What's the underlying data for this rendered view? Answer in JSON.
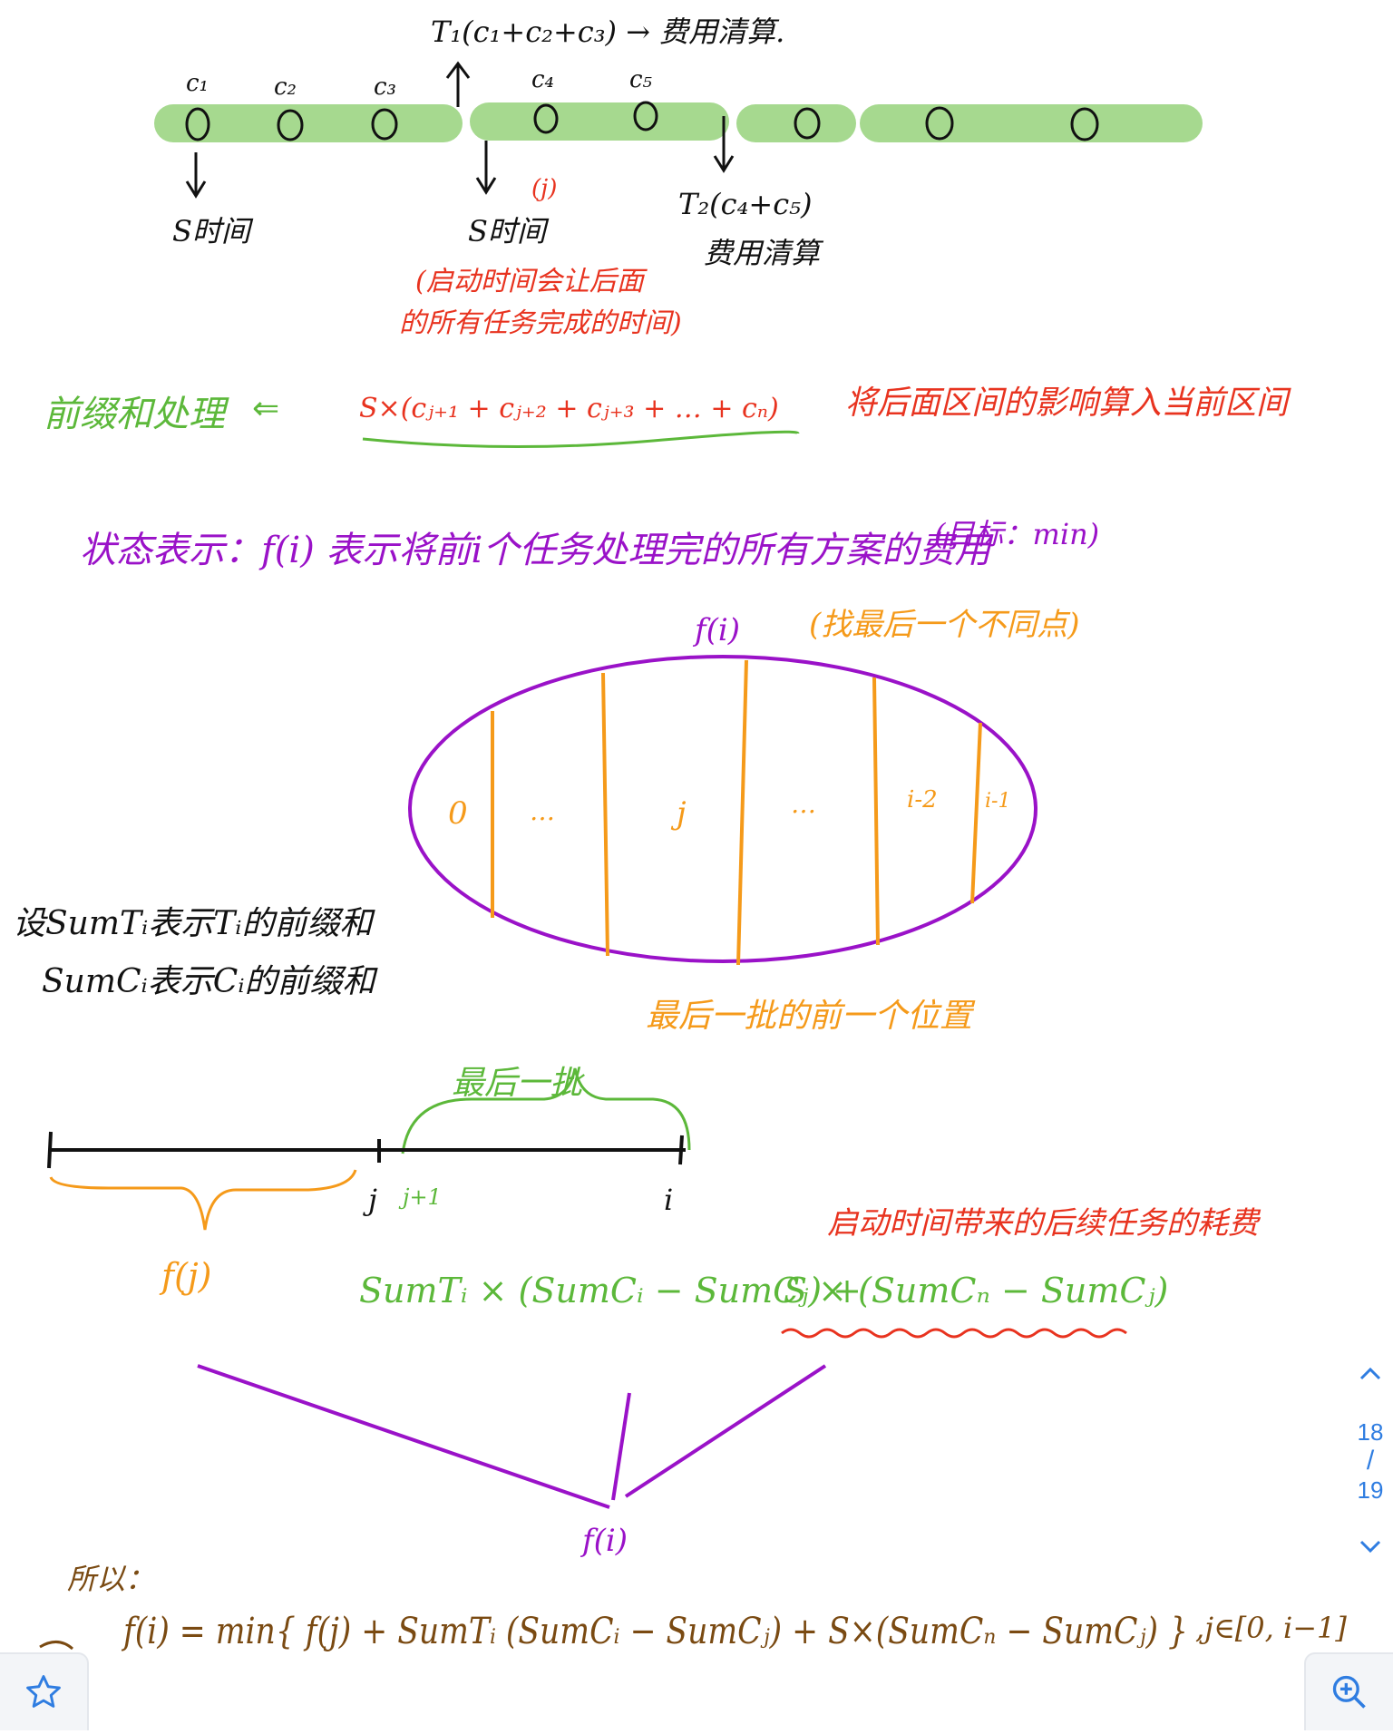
{
  "timeline_top": {
    "batch1_label": "T₁(c₁+c₂+c₃) → 费用清算.",
    "batch2_label": "T₂(c₄+c₅)",
    "batch2_sub": "费用清算",
    "task_labels": [
      "c₁",
      "c₂",
      "c₃",
      "c₄",
      "c₅"
    ],
    "node_glyph": "0",
    "s_time_1": "S时间",
    "s_time_2": "S时间",
    "j_mark": "(j)",
    "startup_note_line1": "(启动时间会让后面",
    "startup_note_line2": "的所有任务完成的时间)"
  },
  "prefix_line": {
    "label": "前缀和处理",
    "arrow": "⇐",
    "expr": "S×(cⱼ₊₁ + cⱼ₊₂ + cⱼ₊₃ + … + cₙ)",
    "note": "将后面区间的影响算入当前区间"
  },
  "state_line": {
    "text": "状态表示：f(i) 表示将前i个任务处理完的所有方案的费用",
    "goal": "(目标：min)"
  },
  "ellipse": {
    "fi_label": "f(i)",
    "split_note": "(找最后一个不同点)",
    "segments": [
      "0",
      "…",
      "j",
      "…",
      "i-2",
      "i-1"
    ],
    "bottom_note": "最后一批的前一个位置"
  },
  "defs": {
    "line1": "设SumTᵢ表示Tᵢ的前缀和",
    "line2": "SumCᵢ表示Cᵢ的前缀和"
  },
  "number_line": {
    "last_batch": "最后一批",
    "j": "j",
    "j1": "j+1",
    "i": "i",
    "fj": "f(j)",
    "startup_cost_note": "启动时间带来的后续任务的耗费",
    "formula_main": "SumTᵢ × (SumCᵢ − SumCⱼ) + ",
    "formula_s": "S × (SumCₙ − SumCⱼ)",
    "fi": "f(i)"
  },
  "result": {
    "label": "所以：",
    "formula": "f(i) = min{ f(j) + SumTᵢ (SumCᵢ − SumCⱼ) + S×(SumCₙ − SumCⱼ) }",
    "range": ",j∈[0, i−1]"
  },
  "page_nav": {
    "current": "18",
    "separator": "/",
    "total": "19"
  },
  "colors": {
    "black": "#111111",
    "red": "#e8331f",
    "green": "#5cb83a",
    "purple": "#9a12c8",
    "orange": "#f59a1a",
    "brown": "#7a4a12",
    "bar": "#a6d98f",
    "ui_blue": "#2f7de1"
  },
  "icons": {
    "favorite": "star-icon",
    "zoom": "zoom-in-icon",
    "up": "chevron-up-icon",
    "down": "chevron-down-icon"
  }
}
